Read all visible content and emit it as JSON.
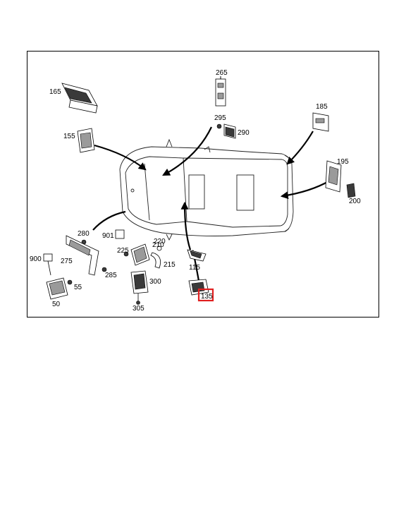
{
  "diagram": {
    "labels": {
      "p265": "265",
      "p165": "165",
      "p295": "295",
      "p290": "290",
      "p185": "185",
      "p155": "155",
      "p195": "195",
      "p200": "200",
      "p280": "280",
      "p901": "901",
      "p210": "210",
      "p220": "220",
      "p225": "225",
      "p900": "900",
      "p275": "275",
      "p215": "215",
      "p115": "115",
      "p285": "285",
      "p55": "55",
      "p300": "300",
      "p50": "50",
      "p305": "305",
      "p135": "135"
    },
    "highlight_color": "#e02020"
  }
}
